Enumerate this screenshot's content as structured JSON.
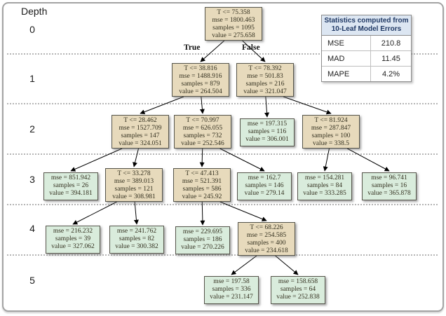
{
  "axis": {
    "title": "Depth",
    "levels": [
      "0",
      "1",
      "2",
      "3",
      "4",
      "5"
    ]
  },
  "edge_labels": {
    "true_label": "True",
    "false_label": "False"
  },
  "stats_table": {
    "header_line1": "Statistics computed from",
    "header_line2": "10-Leaf Model Errors",
    "rows": [
      {
        "metric": "MSE",
        "value": "210.8"
      },
      {
        "metric": "MAD",
        "value": "11.45"
      },
      {
        "metric": "MAPE",
        "value": "4.2%"
      }
    ]
  },
  "tree": {
    "field_labels": {
      "mse_label": "mse",
      "samples_label": "samples",
      "value_label": "value",
      "eq": " = "
    },
    "nodes": [
      {
        "id": "n0",
        "depth": 0,
        "type": "decision",
        "condition": "T <= 75.358",
        "mse": "1800.463",
        "samples": "1095",
        "value": "275.658"
      },
      {
        "id": "n1",
        "depth": 1,
        "type": "decision",
        "condition": "T <= 38.816",
        "mse": "1488.916",
        "samples": "879",
        "value": "264.504"
      },
      {
        "id": "n2",
        "depth": 1,
        "type": "decision",
        "condition": "T <= 78.392",
        "mse": "501.83",
        "samples": "216",
        "value": "321.047"
      },
      {
        "id": "n3",
        "depth": 2,
        "type": "decision",
        "condition": "T <= 28.462",
        "mse": "1527.709",
        "samples": "147",
        "value": "324.051"
      },
      {
        "id": "n4",
        "depth": 2,
        "type": "decision",
        "condition": "T <= 70.997",
        "mse": "626.055",
        "samples": "732",
        "value": "252.546"
      },
      {
        "id": "n5",
        "depth": 2,
        "type": "leaf",
        "mse": "197.315",
        "samples": "116",
        "value": "306.001"
      },
      {
        "id": "n6",
        "depth": 2,
        "type": "decision",
        "condition": "T <= 81.924",
        "mse": "287.847",
        "samples": "100",
        "value": "338.5"
      },
      {
        "id": "n7",
        "depth": 3,
        "type": "leaf",
        "mse": "851.942",
        "samples": "26",
        "value": "394.181"
      },
      {
        "id": "n8",
        "depth": 3,
        "type": "decision",
        "condition": "T <= 33.278",
        "mse": "389.013",
        "samples": "121",
        "value": "308.981"
      },
      {
        "id": "n9",
        "depth": 3,
        "type": "decision",
        "condition": "T <= 47.413",
        "mse": "521.391",
        "samples": "586",
        "value": "245.92"
      },
      {
        "id": "n10",
        "depth": 3,
        "type": "leaf",
        "mse": "162.7",
        "samples": "146",
        "value": "279.14"
      },
      {
        "id": "n11",
        "depth": 3,
        "type": "leaf",
        "mse": "154.281",
        "samples": "84",
        "value": "333.285"
      },
      {
        "id": "n12",
        "depth": 3,
        "type": "leaf",
        "mse": "96.741",
        "samples": "16",
        "value": "365.878"
      },
      {
        "id": "n13",
        "depth": 4,
        "type": "leaf",
        "mse": "216.232",
        "samples": "39",
        "value": "327.062"
      },
      {
        "id": "n14",
        "depth": 4,
        "type": "leaf",
        "mse": "241.762",
        "samples": "82",
        "value": "300.382"
      },
      {
        "id": "n15",
        "depth": 4,
        "type": "leaf",
        "mse": "229.695",
        "samples": "186",
        "value": "270.226"
      },
      {
        "id": "n16",
        "depth": 4,
        "type": "decision",
        "condition": "T <= 68.226",
        "mse": "254.585",
        "samples": "400",
        "value": "234.618"
      },
      {
        "id": "n17",
        "depth": 5,
        "type": "leaf",
        "mse": "197.58",
        "samples": "336",
        "value": "231.147"
      },
      {
        "id": "n18",
        "depth": 5,
        "type": "leaf",
        "mse": "158.658",
        "samples": "64",
        "value": "252.838"
      }
    ],
    "edges": [
      {
        "from": "n0",
        "to": "n1",
        "label": "True"
      },
      {
        "from": "n0",
        "to": "n2",
        "label": "False"
      },
      {
        "from": "n1",
        "to": "n3"
      },
      {
        "from": "n1",
        "to": "n4"
      },
      {
        "from": "n2",
        "to": "n5"
      },
      {
        "from": "n2",
        "to": "n6"
      },
      {
        "from": "n3",
        "to": "n7"
      },
      {
        "from": "n3",
        "to": "n8"
      },
      {
        "from": "n4",
        "to": "n9"
      },
      {
        "from": "n4",
        "to": "n10"
      },
      {
        "from": "n6",
        "to": "n11"
      },
      {
        "from": "n6",
        "to": "n12"
      },
      {
        "from": "n8",
        "to": "n13"
      },
      {
        "from": "n8",
        "to": "n14"
      },
      {
        "from": "n9",
        "to": "n15"
      },
      {
        "from": "n9",
        "to": "n16"
      },
      {
        "from": "n16",
        "to": "n17"
      },
      {
        "from": "n16",
        "to": "n18"
      }
    ]
  },
  "colors": {
    "decision_fill": "#e7dabc",
    "leaf_fill": "#d9ecdc",
    "node_border": "#55544a",
    "node_text": "#33301f",
    "stats_header_bg": "#dce6f2",
    "stats_header_text": "#1f3864",
    "frame_border": "#a3a3a3",
    "separator": "#b5b5b5",
    "arrow": "#000000"
  }
}
